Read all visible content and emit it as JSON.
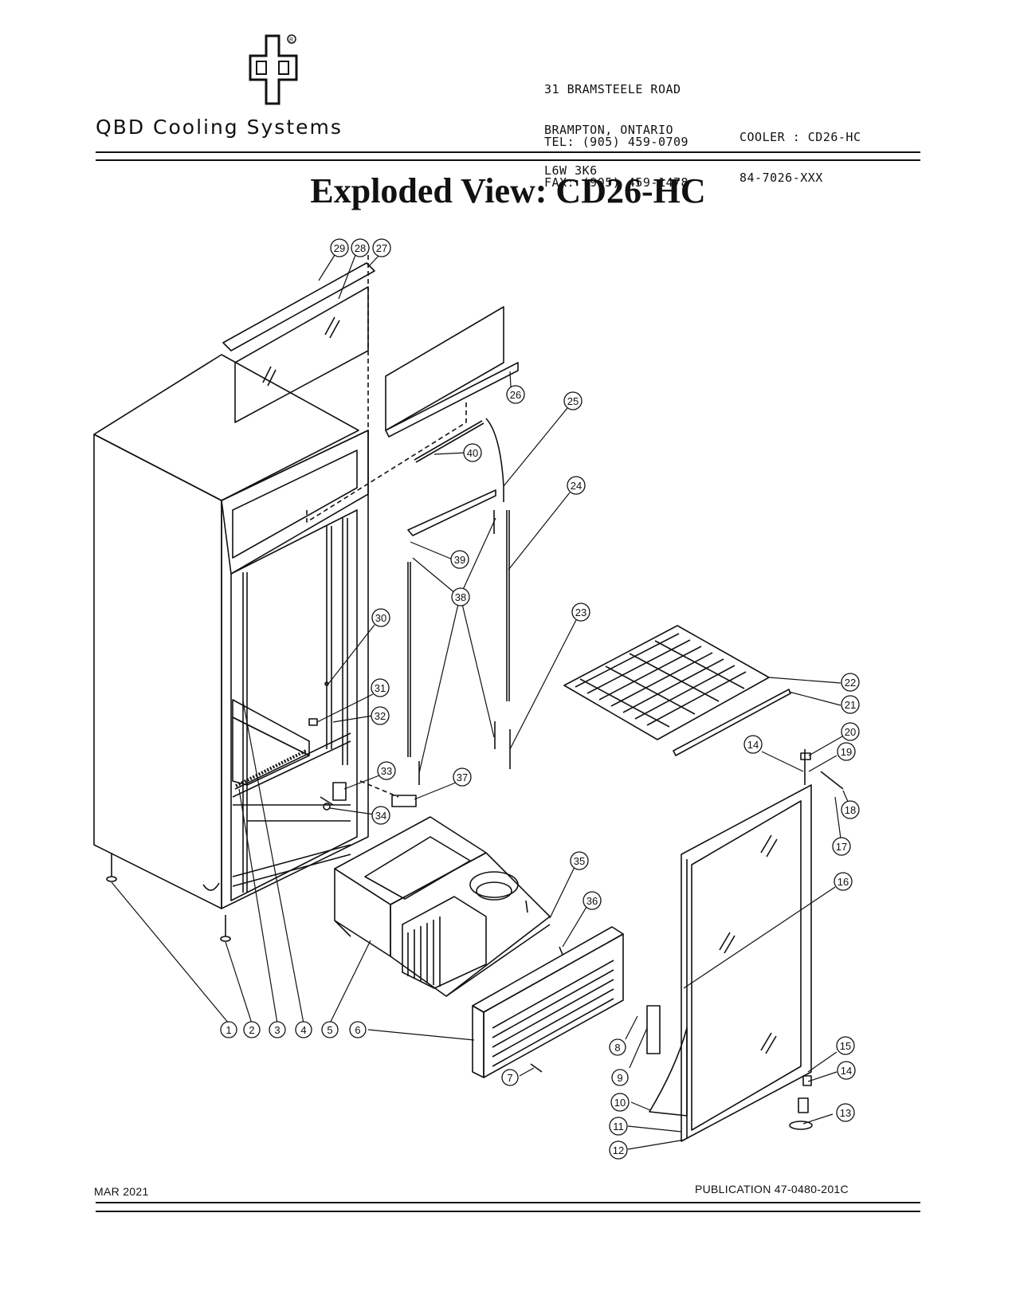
{
  "header": {
    "company_name": "QBD Cooling Systems",
    "address_lines": [
      "31 BRAMSTEELE ROAD",
      "BRAMPTON, ONTARIO",
      "L6W 3K6"
    ],
    "tel": "TEL: (905) 459-0709",
    "fax": "FAX: (905) 459-1478",
    "model_line": "COOLER : CD26-HC",
    "part_number": "84-7026-XXX"
  },
  "title": "Exploded View: CD26-HC",
  "callouts": [
    "1",
    "2",
    "3",
    "4",
    "5",
    "6",
    "7",
    "8",
    "9",
    "10",
    "11",
    "12",
    "13",
    "14",
    "15",
    "16",
    "17",
    "18",
    "19",
    "20",
    "21",
    "22",
    "23",
    "24",
    "25",
    "26",
    "27",
    "28",
    "29",
    "30",
    "31",
    "32",
    "33",
    "34",
    "35",
    "36",
    "37",
    "38",
    "39",
    "40"
  ],
  "footer": {
    "date": "MAR 2021",
    "publication": "PUBLICATION 47-0480-201C"
  }
}
